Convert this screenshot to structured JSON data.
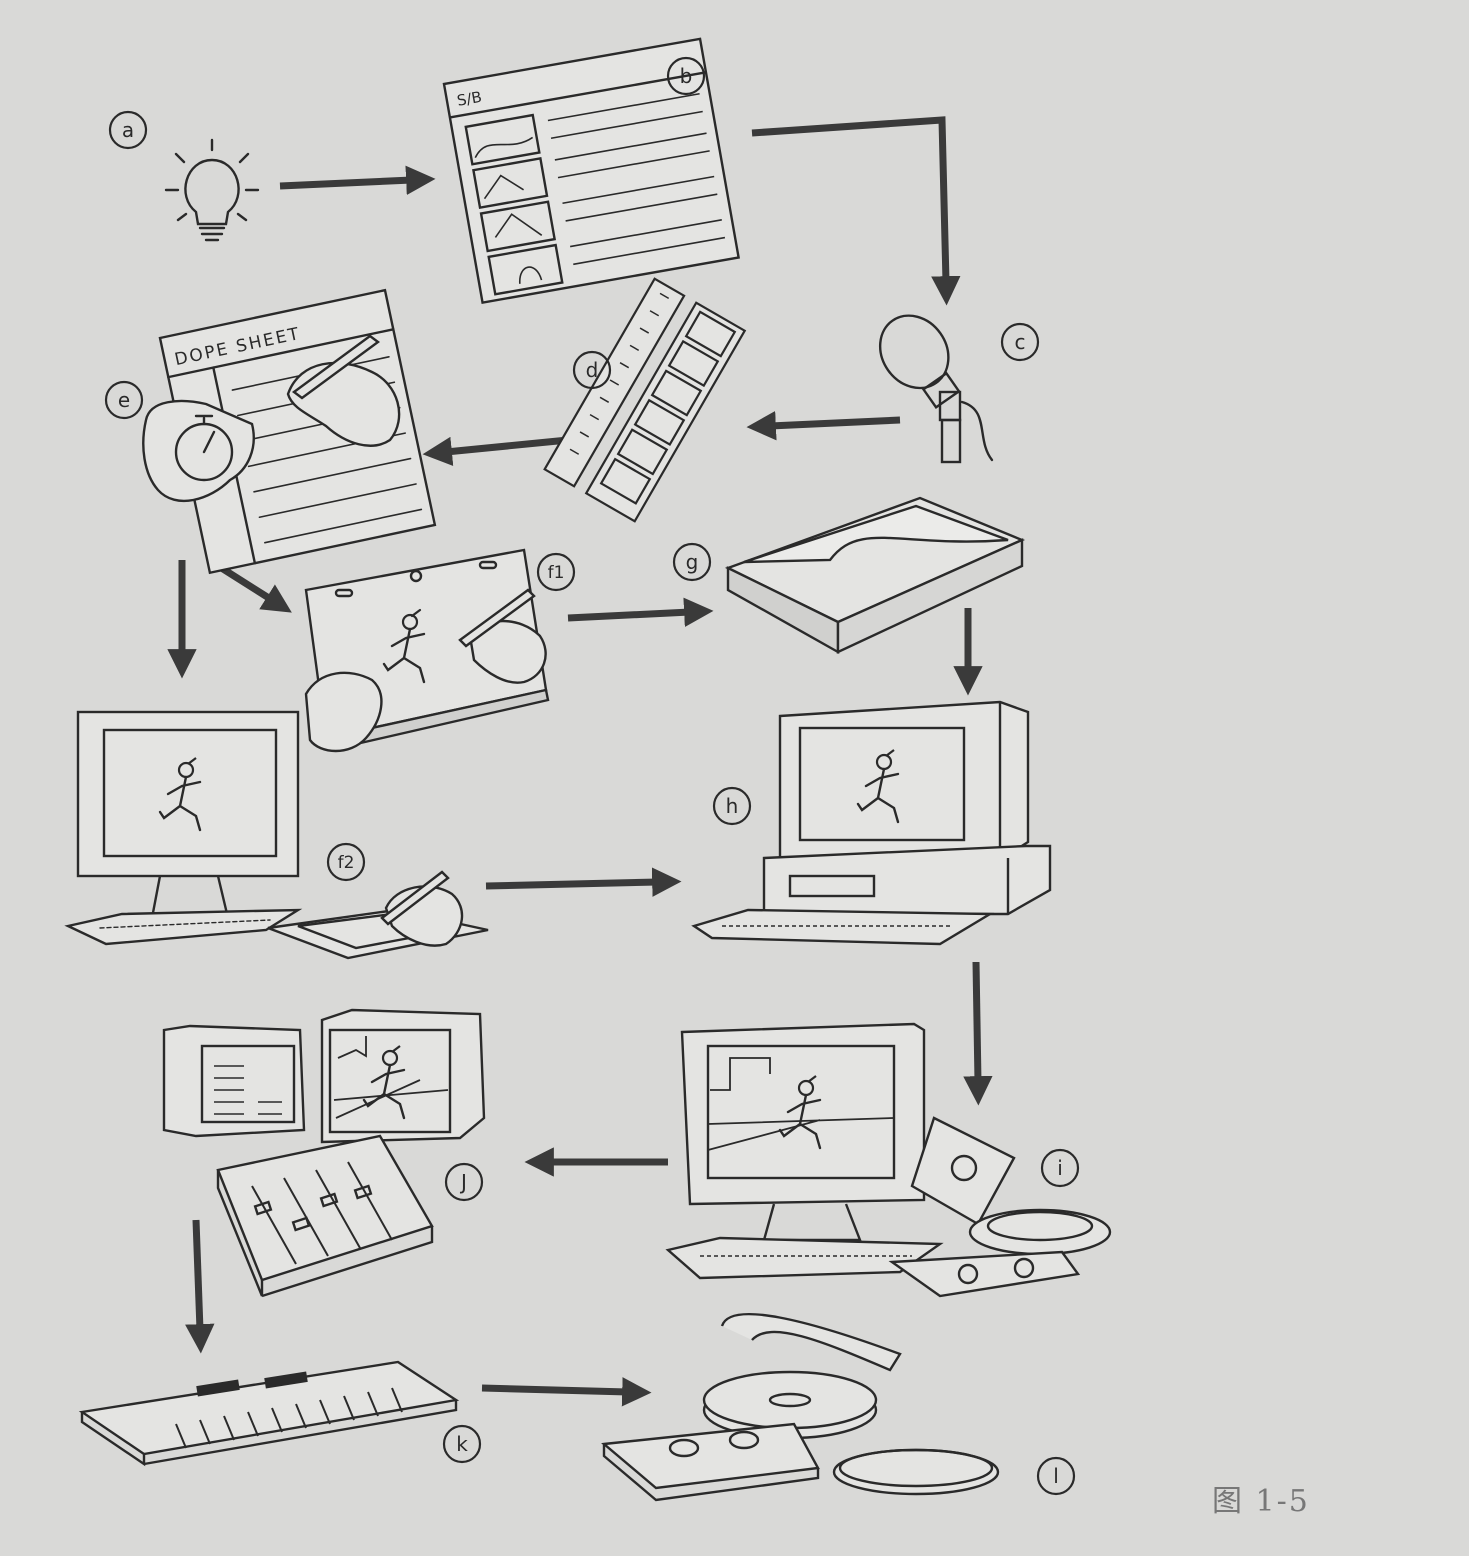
{
  "diagram": {
    "caption": "图 1-5",
    "document_texts": {
      "storyboard_header": "S/B",
      "dope_sheet_header": "DOPE SHEET"
    },
    "step_labels": {
      "a": "a",
      "b": "b",
      "c": "c",
      "d": "d",
      "e": "e",
      "f1": "f1",
      "f2": "f2",
      "g": "g",
      "h": "h",
      "i": "i",
      "j": "J",
      "k": "k",
      "l": "l"
    },
    "arrow_color": "#3a3a3a",
    "line_color": "#2a2a2a",
    "background": "#d9d9d7"
  }
}
